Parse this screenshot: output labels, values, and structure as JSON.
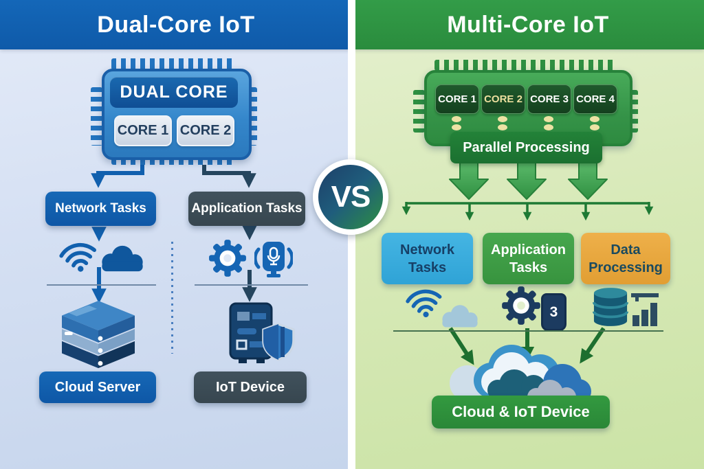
{
  "vs": {
    "label": "VS"
  },
  "left": {
    "title": "Dual-Core IoT",
    "chip": {
      "label": "DUAL CORE",
      "cores": [
        "CORE 1",
        "CORE 2"
      ]
    },
    "boxes": {
      "network": "Network Tasks",
      "application": "Application Tasks",
      "cloud_server": "Cloud Server",
      "iot_device": "IoT Device"
    }
  },
  "right": {
    "title": "Multi-Core IoT",
    "chip": {
      "cores": [
        "CORE 1",
        "CORE 2",
        "CORE 3",
        "CORE 4"
      ],
      "banner": "Parallel Processing"
    },
    "boxes": {
      "network": {
        "line1": "Network",
        "line2": "Tasks"
      },
      "application": {
        "line1": "Application",
        "line2": "Tasks"
      },
      "data": {
        "line1": "Data",
        "line2": "Processing"
      }
    },
    "icons": {
      "gear_tag": "3"
    },
    "banner": "Cloud & IoT Device"
  },
  "colors": {
    "left_header_bg": "#1161b2",
    "right_header_bg": "#2e9343",
    "left_accent_blue": "#1565b4",
    "dark_slate": "#3c4d58",
    "right_network_bg": "#3aaede",
    "right_application_bg": "#3f9e47",
    "right_data_bg": "#e9a93d",
    "dark_green": "#1f7c36"
  }
}
